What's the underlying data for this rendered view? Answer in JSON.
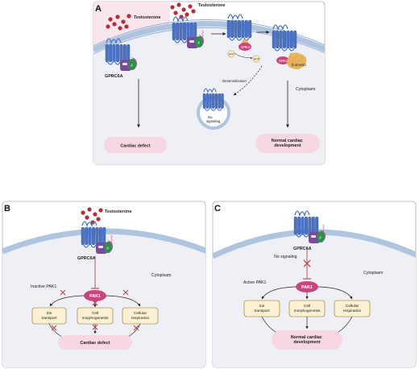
{
  "panels": {
    "a": {
      "letter": "A",
      "testosterone_left": "Testosterone",
      "testosterone_right": "Testosterone",
      "receptor": "GPRC6A",
      "grk2_1": "GRK2",
      "grk2_2": "GRK2",
      "atp": "ATP",
      "adp": "ADP",
      "p_label": "P",
      "beta_arrestin": "β-arrestin",
      "desensitization": "Desensitization",
      "no_signaling": "No\nsignaling",
      "cytoplasm": "Cytoplasm",
      "outcome_left": "Cardiac defect",
      "outcome_right": "Normal cardiac\ndevelopment"
    },
    "b": {
      "letter": "B",
      "testosterone": "Testosterone",
      "receptor": "GPRC6A",
      "cytoplasm": "Cytoplasm",
      "state": "Inactive PAK1",
      "pak1": "PAK1",
      "targets": [
        "Ion\ntransport",
        "Cell\nmorphogenesis",
        "Cellular\nrespiration"
      ],
      "outcome": "Cardiac defect"
    },
    "c": {
      "letter": "C",
      "receptor": "GPRC6A",
      "no_signaling": "No signaling",
      "cytoplasm": "Cytoplasm",
      "state": "Active PAK1",
      "pak1": "PAK1",
      "targets": [
        "Ion\ntransport",
        "Cell\nmorphogenesis",
        "Cellular\nrespiration"
      ],
      "outcome": "Normal cardiac\ndevelopment"
    }
  },
  "colors": {
    "membrane": "#aec4df",
    "receptor": "#4a73c7",
    "g_alpha": "#7b4a9a",
    "g_beta": "#2f8f4a",
    "g_gamma": "#c8468a",
    "testosterone": "#b52d3a",
    "pill_fill": "#f7d8e2",
    "box_fill": "#fcf0d2",
    "box_stroke": "#8a6a2a",
    "pak1_fill": "#c8467e",
    "inhibit_x": "#c0444a",
    "left_region": "#f9e5ec"
  }
}
